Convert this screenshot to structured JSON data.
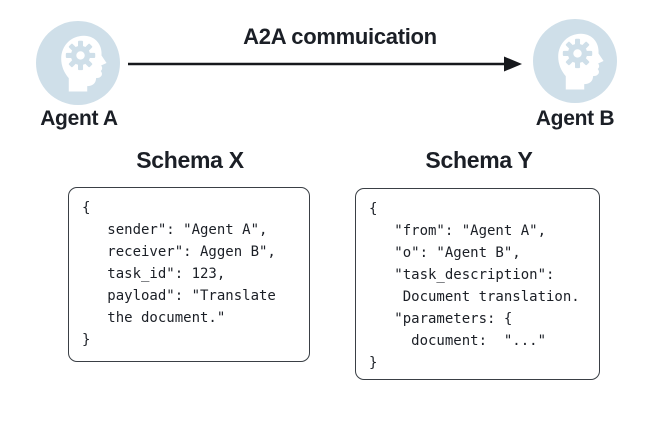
{
  "colors": {
    "text": "#1b1f26",
    "icon_blue": "#cfdfe9",
    "arrow": "#16181c",
    "box_border": "#3a3f45",
    "background": "#ffffff"
  },
  "header": {
    "title": "A2A commuication"
  },
  "agents": {
    "a": {
      "label": "Agent A",
      "icon": "head-with-gear-icon"
    },
    "b": {
      "label": "Agent B",
      "icon": "head-with-gear-icon"
    }
  },
  "schemas": {
    "x": {
      "title": "Schema X",
      "lines": [
        "{",
        "   sender\": \"Agent A\",",
        "   receiver\": Aggen B\",",
        "   task_id\": 123,",
        "   payload\": \"Translate",
        "   the document.\"",
        "}"
      ]
    },
    "y": {
      "title": "Schema Y",
      "lines": [
        "{",
        "   \"from\": \"Agent A\",",
        "   \"o\": \"Agent B\",",
        "   \"task_description\":",
        "    Document translation.",
        "   \"parameters: {",
        "     document:  \"...\"",
        "}"
      ]
    }
  }
}
